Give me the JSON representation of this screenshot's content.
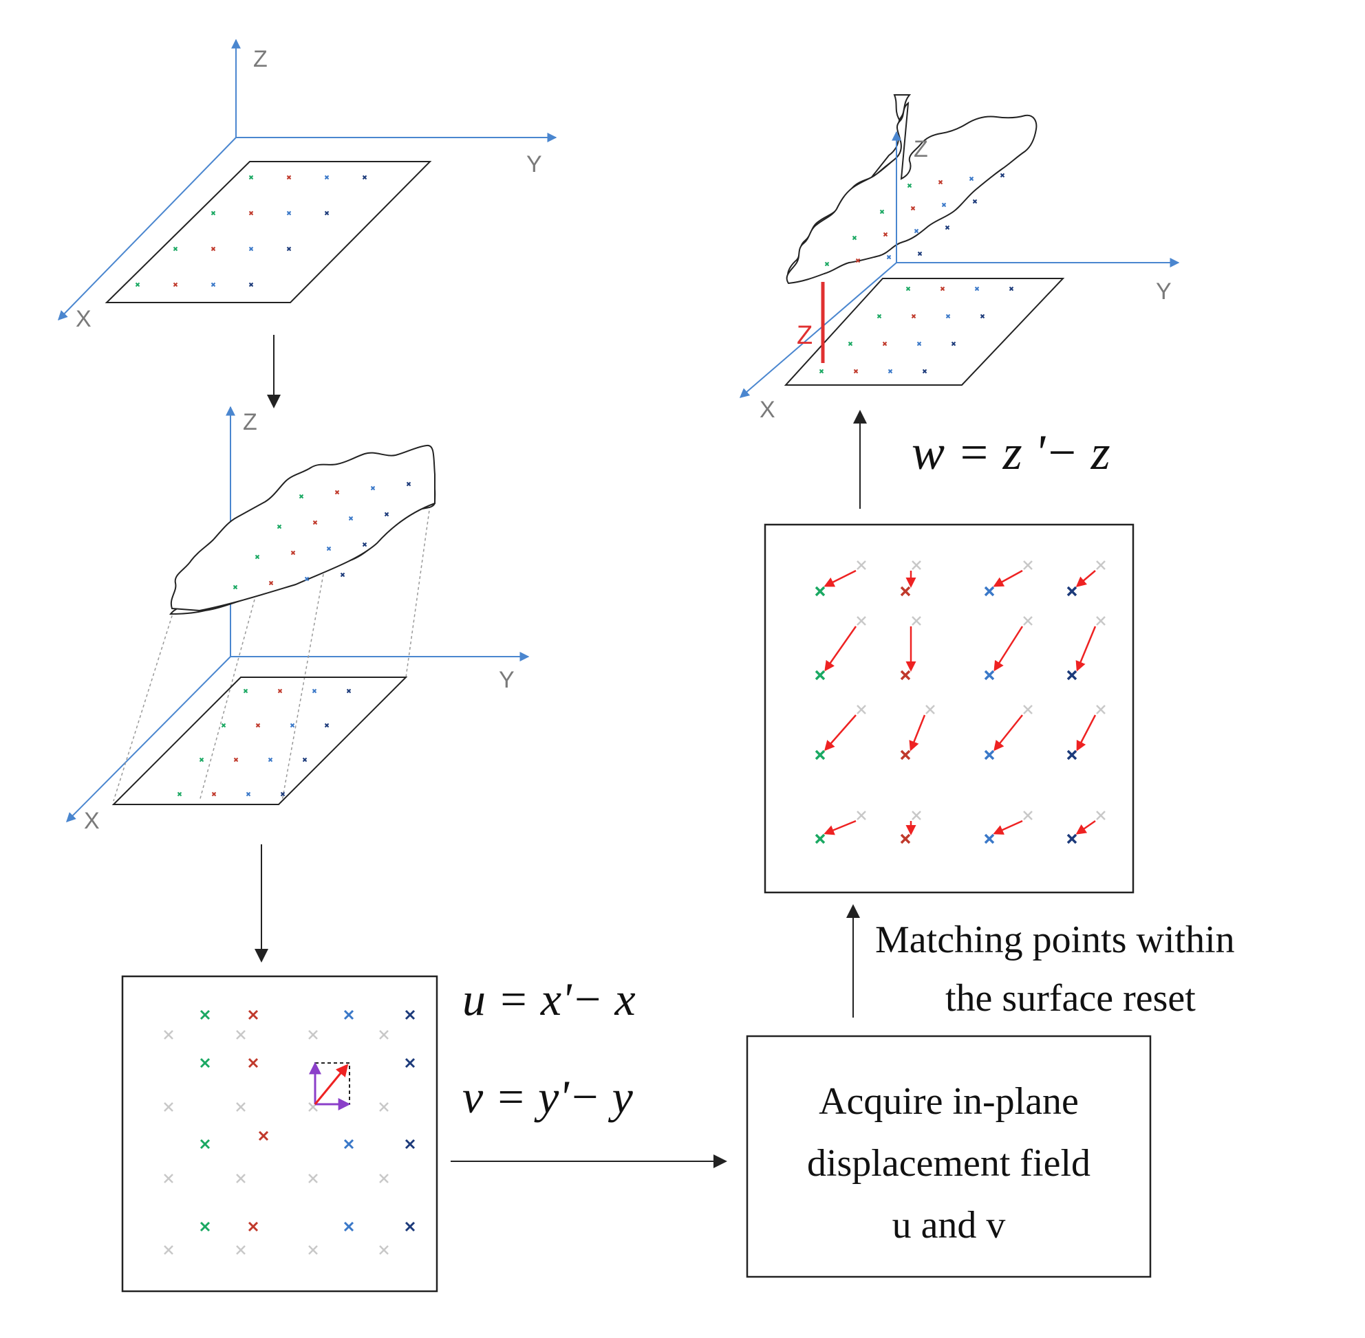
{
  "axis_labels": {
    "x": "X",
    "y": "Y",
    "z": "Z",
    "z_red": "Z"
  },
  "equations": {
    "u": "u = x'− x",
    "v": "v = y'− y",
    "w": "w = z '− z"
  },
  "boxes": {
    "acquire": {
      "line1": "Acquire in-plane",
      "line2": "displacement field",
      "line3": "u and v"
    }
  },
  "captions": {
    "matching_line1": "Matching points within",
    "matching_line2": "the surface reset"
  },
  "colors": {
    "axis": "#4a86cf",
    "green": "#1aa862",
    "red": "#c0392b",
    "blue": "#3a78c8",
    "navy": "#1c3a7a",
    "gray": "#c8c8c8",
    "arrow_red": "#ee2222",
    "purple": "#8b3fc9"
  },
  "icons": {
    "marker": "cross-marker-icon",
    "displacement": "displacement-arrow-icon"
  }
}
